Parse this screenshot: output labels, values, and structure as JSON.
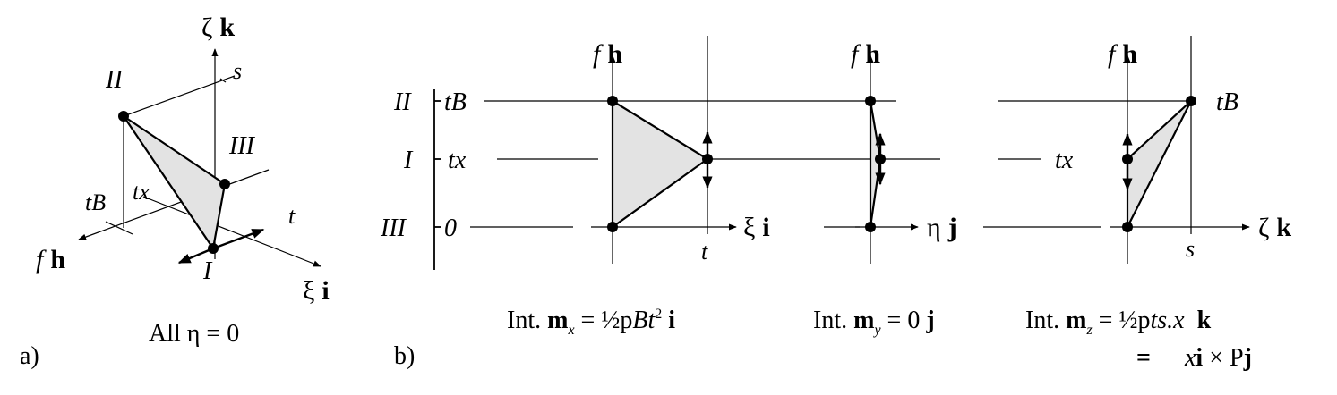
{
  "panel_a": {
    "axis_zeta": "ζ",
    "axis_zeta_vec": "k",
    "axis_f": "f",
    "axis_f_vec": "h",
    "axis_xi": "ξ",
    "axis_xi_vec": "i",
    "label_s": "s",
    "label_t": "t",
    "label_tB": "tB",
    "label_tx": "tx",
    "label_I": "I",
    "label_II": "II",
    "label_III": "III",
    "caption": "All η = 0",
    "panel_letter": "a)"
  },
  "panel_b": {
    "panel_letter": "b)",
    "row_labels": [
      "II",
      "I",
      "III"
    ],
    "row_values": [
      "tB",
      "tx",
      "0"
    ],
    "plot1": {
      "axis_h": "f",
      "axis_h_vec": "h",
      "axis_x": "ξ",
      "axis_x_vec": "i",
      "tick": "t",
      "caption_pre": "Int. ",
      "caption_m": "m",
      "caption_sub": "x",
      "caption_eq": " = ½p",
      "caption_B": "B",
      "caption_t": "t",
      "caption_sup": "2",
      "caption_vec": " i"
    },
    "plot2": {
      "axis_h": "f",
      "axis_h_vec": "h",
      "axis_x": "η",
      "axis_x_vec": "j",
      "caption_pre": "Int. ",
      "caption_m": "m",
      "caption_sub": "y",
      "caption_eq": " = 0 ",
      "caption_vec": "j"
    },
    "plot3": {
      "axis_h": "f",
      "axis_h_vec": "h",
      "axis_x": "ζ",
      "axis_x_vec": "k",
      "tick": "s",
      "label_tB": "tB",
      "label_tx": "tx",
      "caption_pre": "Int. ",
      "caption_m": "m",
      "caption_sub": "z",
      "caption_eq": " = ½p",
      "caption_ts": "ts.x",
      "caption_vec": "  k",
      "line2_eq": "=",
      "line2_x": "x",
      "line2_i": "i",
      "line2_times": " × P",
      "line2_j": "j"
    }
  }
}
